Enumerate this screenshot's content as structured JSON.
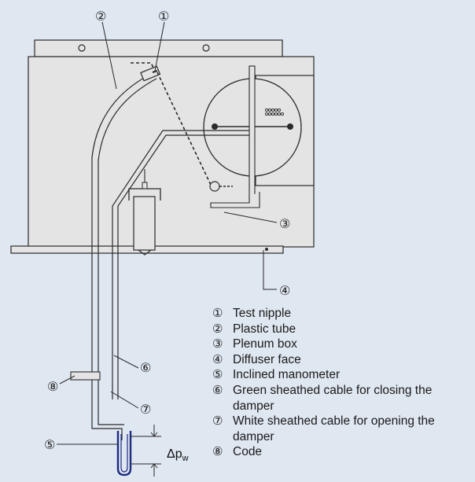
{
  "callouts": {
    "c1": "①",
    "c2": "②",
    "c3": "③",
    "c4": "④",
    "c5": "⑤",
    "c6": "⑥",
    "c7": "⑦",
    "c8": "⑧"
  },
  "dp_label": {
    "main": "Δp",
    "sub": "w"
  },
  "legend": [
    {
      "num": "①",
      "text": "Test nipple"
    },
    {
      "num": "②",
      "text": "Plastic tube"
    },
    {
      "num": "③",
      "text": "Plenum box"
    },
    {
      "num": "④",
      "text": "Diffuser face"
    },
    {
      "num": "⑤",
      "text": "Inclined manometer"
    },
    {
      "num": "⑥",
      "text": "Green sheathed cable for closing the damper"
    },
    {
      "num": "⑦",
      "text": "White sheathed cable for opening the damper"
    },
    {
      "num": "⑧",
      "text": "Code"
    }
  ],
  "colors": {
    "background": "#dfe7f1",
    "plenum_fill": "#e4e4e4",
    "line": "#2a2a2a"
  }
}
